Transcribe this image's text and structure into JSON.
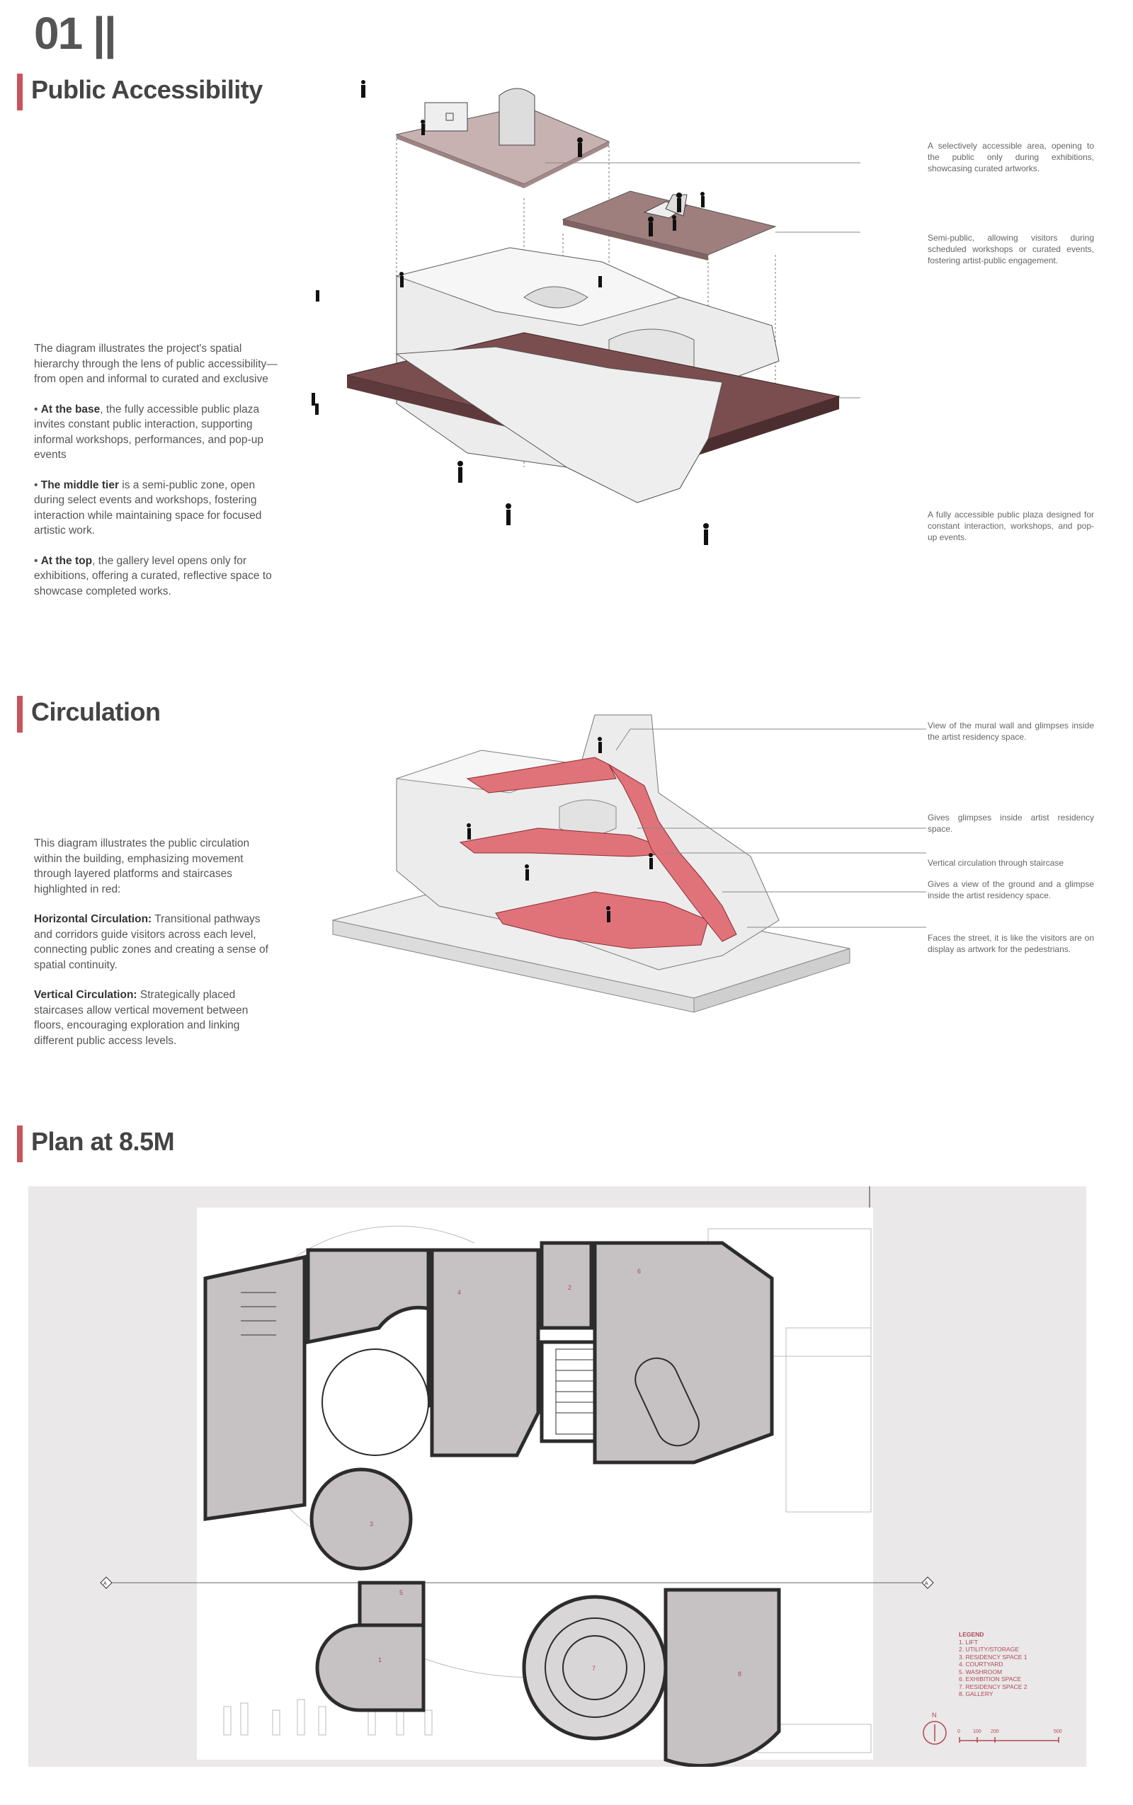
{
  "page_number": "01 ||",
  "section1": {
    "title": "Public Accessibility",
    "intro": "The diagram illustrates the project's spatial hierarchy through the lens of public accessibility—from open and informal to curated and exclusive",
    "bullets": [
      {
        "bold": "At the base",
        "text": ", the fully accessible public plaza invites constant public interaction, supporting informal workshops, performances, and pop-up events"
      },
      {
        "bold": "The middle tier",
        "text": " is a semi-public zone, open during select events and workshops, fostering interaction while maintaining space for focused artistic work."
      },
      {
        "bold": "At the top",
        "text": ", the gallery level opens only for exhibitions, offering a curated, reflective space to showcase completed works."
      }
    ],
    "annotations": [
      "A selectively accessible area, opening to the public only during exhibitions, showcasing curated artworks.",
      "Semi-public, allowing visitors during scheduled workshops or curated events, fostering artist-public engagement.",
      "A fully accessible public plaza designed for constant interaction, workshops, and pop-up events."
    ]
  },
  "section2": {
    "title": "Circulation",
    "intro": "This diagram illustrates the public circulation within the building, emphasizing movement through layered platforms and staircases highlighted in red:",
    "paras": [
      {
        "bold": "Horizontal Circulation:",
        "text": " Transitional pathways and corridors guide visitors across each level, connecting public zones and creating a sense of spatial continuity."
      },
      {
        "bold": "Vertical Circulation:",
        "text": " Strategically placed staircases allow vertical movement between floors, encouraging exploration and linking different public access levels."
      }
    ],
    "annotations": [
      "View of the mural wall and glimpses inside the artist residency space.",
      "Gives glimpses inside artist residency space.",
      "Vertical circulation through staircase",
      "Gives a view of the ground and a glimpse inside the artist residency space.",
      "Faces the street, it is like the visitors are on display as artwork for the pedestrians."
    ]
  },
  "section3": {
    "title": "Plan at 8.5M",
    "legend_title": "LEGEND",
    "legend_items": [
      "1. LIFT",
      "2. UTILITY/STORAGE",
      "3. RESIDENCY SPACE 1",
      "4. COURTYARD",
      "5. WASHROOM",
      "6. EXHIBITION SPACE",
      "7. RESIDENCY SPACE 2",
      "8. GALLERY"
    ],
    "north_label": "N",
    "scale_labels": [
      "0",
      "100",
      "200",
      "500"
    ],
    "section_marker": "A",
    "room_numbers": [
      "1",
      "2",
      "3",
      "4",
      "5",
      "6",
      "7",
      "8"
    ]
  },
  "colors": {
    "accent": "#c9525c",
    "plaza": "#7a4d4f",
    "upper_platform": "#b89a9a",
    "circulation": "#e0737a",
    "wall": "#2c2c2c",
    "room_fill": "#c6c2c4"
  }
}
